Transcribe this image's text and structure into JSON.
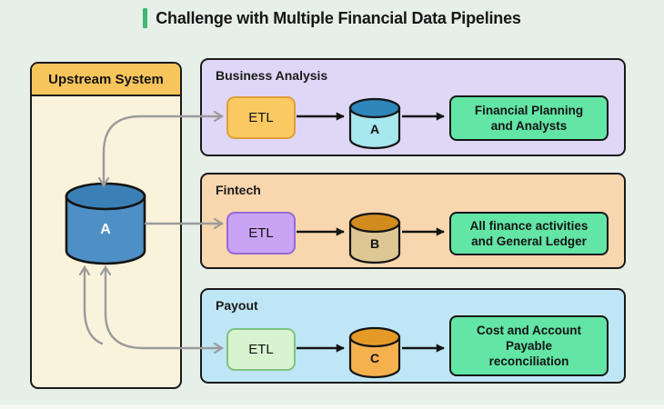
{
  "title": {
    "text": "Challenge with Multiple Financial Data Pipelines"
  },
  "upstream": {
    "header": "Upstream System",
    "database_label": "A"
  },
  "pipelines": [
    {
      "label": "Business Analysis",
      "etl": "ETL",
      "database_label": "A",
      "output": "Financial Planning\nand Analysts"
    },
    {
      "label": "Fintech",
      "etl": "ETL",
      "database_label": "B",
      "output": "All finance activities\nand General Ledger"
    },
    {
      "label": "Payout",
      "etl": "ETL",
      "database_label": "C",
      "output": "Cost and Account\nPayable\nreconciliation"
    }
  ],
  "colors": {
    "page_background": "#e7efe9",
    "title_accent": "#40b873",
    "upstream_body": "#faf3dc",
    "upstream_header": "#f8c45c",
    "upstream_db": "#4e90c6",
    "row_business_analysis": "#ded7f6",
    "row_fintech": "#f8d6ae",
    "row_payout": "#bfe6f6",
    "etl_business_analysis": "#fbc961",
    "etl_fintech": "#c9a4f4",
    "etl_payout": "#d7f4ce",
    "db_a": "#a7e7ee",
    "db_b": "#dcc795",
    "db_c": "#f6b14f",
    "output_box": "#62e5a5",
    "connector_gray": "#9b9b9b",
    "arrow_black": "#141414"
  }
}
